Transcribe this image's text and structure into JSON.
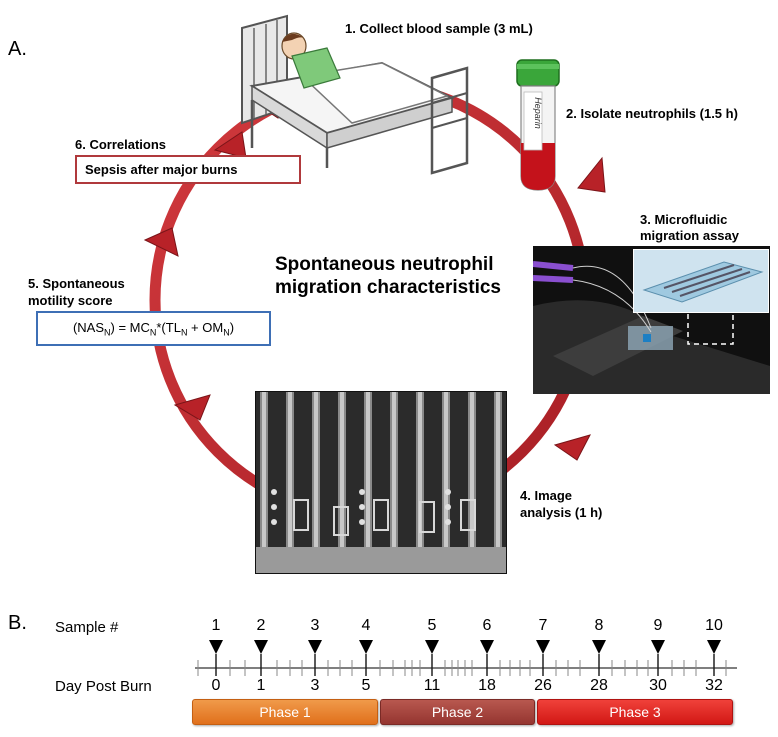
{
  "panel_a_label": "A.",
  "panel_b_label": "B.",
  "center_title": [
    "Spontaneous neutrophil",
    "migration characteristics"
  ],
  "steps": {
    "s1": "1. Collect blood sample (3 mL)",
    "s2": "2. Isolate neutrophils (1.5 h)",
    "s3": [
      "3. Microfluidic",
      "migration assay"
    ],
    "s4": [
      "4.  Image",
      "analysis (1 h)"
    ],
    "s5": [
      "5. Spontaneous",
      "motility score"
    ],
    "s6": "6. Correlations"
  },
  "tube_label": "Heparin",
  "correlation_box": "Sepsis after major burns",
  "formula": {
    "p1": "(NAS",
    "sub1": "N",
    "p2": ") = MC",
    "sub2": "N",
    "p3": "*(TL",
    "sub3": "N",
    "p4": " + OM",
    "sub4": "N",
    "p5": ")"
  },
  "timeline": {
    "sample_label": "Sample #",
    "day_label": "Day Post Burn",
    "samples": [
      "1",
      "2",
      "3",
      "4",
      "5",
      "6",
      "7",
      "8",
      "9",
      "10"
    ],
    "days": [
      "0",
      "1",
      "3",
      "5",
      "11",
      "18",
      "26",
      "28",
      "30",
      "32"
    ],
    "phases": [
      "Phase 1",
      "Phase 2",
      "Phase 3"
    ]
  },
  "colors": {
    "cycle_arrow": "#c0262b",
    "correlation_border": "#b0393c",
    "formula_border": "#3e6fb5",
    "phase1": "#e9781f",
    "phase2": "#a3403a",
    "phase3": "#e0201e"
  }
}
